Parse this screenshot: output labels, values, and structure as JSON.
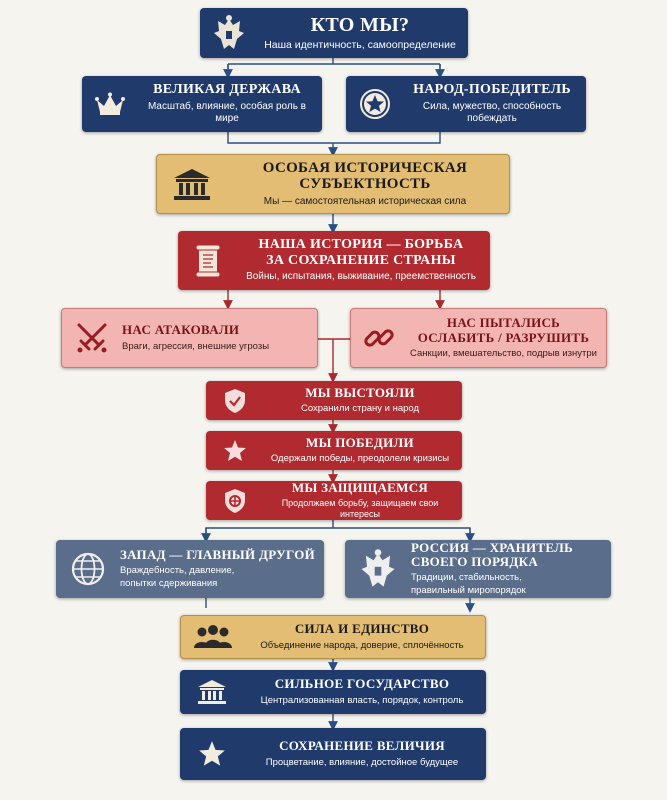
{
  "colors": {
    "navy": "#1f3a6b",
    "gold": "#e2bd73",
    "red": "#b02a2f",
    "pink": "#f2b5b2",
    "slate": "#5a6d8a",
    "connector": "#2a4f86",
    "connector_red": "#a82a2e"
  },
  "nodes": {
    "who_we_are": {
      "title": "КТО МЫ?",
      "subtitle": "Наша идентичность, самоопределение",
      "icon": "eagle-emblem-icon"
    },
    "great_power": {
      "title": "ВЕЛИКАЯ ДЕРЖАВА",
      "subtitle": "Масштаб, влияние, особая роль в мире",
      "icon": "crown-icon"
    },
    "victor_nation": {
      "title": "НАРОД-ПОБЕДИТЕЛЬ",
      "subtitle": "Сила, мужество, способность побеждать",
      "icon": "star-medal-icon"
    },
    "historical_subject": {
      "title_line1": "ОСОБАЯ ИСТОРИЧЕСКАЯ",
      "title_line2": "СУБЪЕКТНОСТЬ",
      "subtitle": "Мы — самостоятельная историческая сила",
      "icon": "columns-building-icon"
    },
    "our_history": {
      "title_line1": "НАША ИСТОРИЯ — БОРЬБА",
      "title_line2": "ЗА СОХРАНЕНИЕ СТРАНЫ",
      "subtitle": "Войны, испытания, выживание, преемственность",
      "icon": "scroll-icon"
    },
    "attacked": {
      "title": "НАС АТАКОВАЛИ",
      "subtitle": "Враги, агрессия, внешние угрозы",
      "icon": "crossed-swords-icon"
    },
    "weaken": {
      "title_line1": "НАС ПЫТАЛИСЬ",
      "title_line2": "ОСЛАБИТЬ / РАЗРУШИТЬ",
      "subtitle": "Санкции, вмешательство, подрыв изнутри",
      "icon": "broken-chain-icon"
    },
    "withstood": {
      "title": "МЫ ВЫСТОЯЛИ",
      "subtitle": "Сохранили страну и народ",
      "icon": "shield-check-icon"
    },
    "won": {
      "title": "МЫ ПОБЕДИЛИ",
      "subtitle": "Одержали победы, преодолели кризисы",
      "icon": "star-icon"
    },
    "defend": {
      "title": "МЫ ЗАЩИЩАЕМСЯ",
      "subtitle": "Продолжаем борьбу, защищаем свои интересы",
      "icon": "shield-cross-icon"
    },
    "west": {
      "title": "ЗАПАД — ГЛАВНЫЙ ДРУГОЙ",
      "subtitle_line1": "Враждебность, давление,",
      "subtitle_line2": "попытки сдерживания",
      "icon": "globe-icon"
    },
    "russia": {
      "title_line1": "РОССИЯ — ХРАНИТЕЛЬ",
      "title_line2": "СВОЕГО ПОРЯДКА",
      "subtitle_line1": "Традиции, стабильность,",
      "subtitle_line2": "правильный миропорядок",
      "icon": "eagle-emblem-icon"
    },
    "strength_unity": {
      "title": "СИЛА И ЕДИНСТВО",
      "subtitle": "Объединение народа, доверие, сплочённость",
      "icon": "people-group-icon"
    },
    "strong_state": {
      "title": "СИЛЬНОЕ ГОСУДАРСТВО",
      "subtitle": "Централизованная власть, порядок, контроль",
      "icon": "state-building-icon"
    },
    "greatness": {
      "title": "СОХРАНЕНИЕ ВЕЛИЧИЯ",
      "subtitle": "Процветание, влияние, достойное будущее",
      "icon": "star-icon"
    }
  }
}
